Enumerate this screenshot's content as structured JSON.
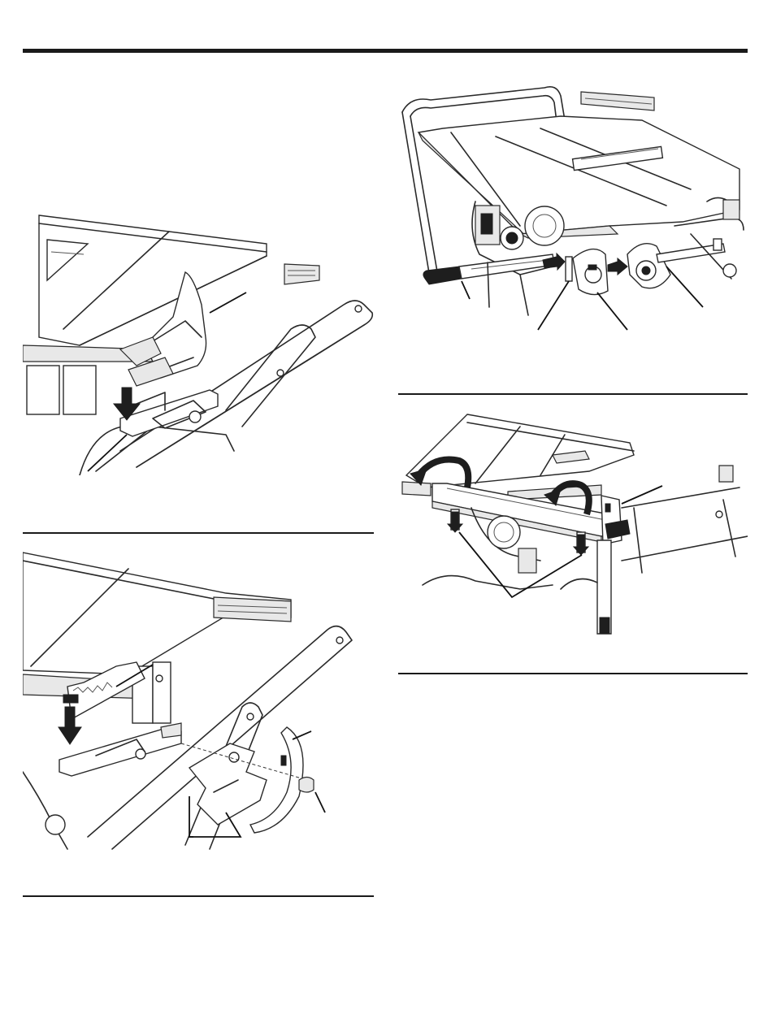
{
  "page": {
    "figures": [
      {
        "id": "fig-blade-guard-insert",
        "icon": "blade-guard-install-illustration"
      },
      {
        "id": "fig-riving-knife-install",
        "icon": "riving-knife-install-illustration"
      },
      {
        "id": "fig-rip-fence-parts",
        "icon": "rip-fence-parts-illustration"
      },
      {
        "id": "fig-rip-fence-mount",
        "icon": "rip-fence-mount-illustration"
      }
    ],
    "colors": {
      "line": "#2a2a2a",
      "fill": "#1e1e1e",
      "paper": "#ffffff"
    }
  }
}
